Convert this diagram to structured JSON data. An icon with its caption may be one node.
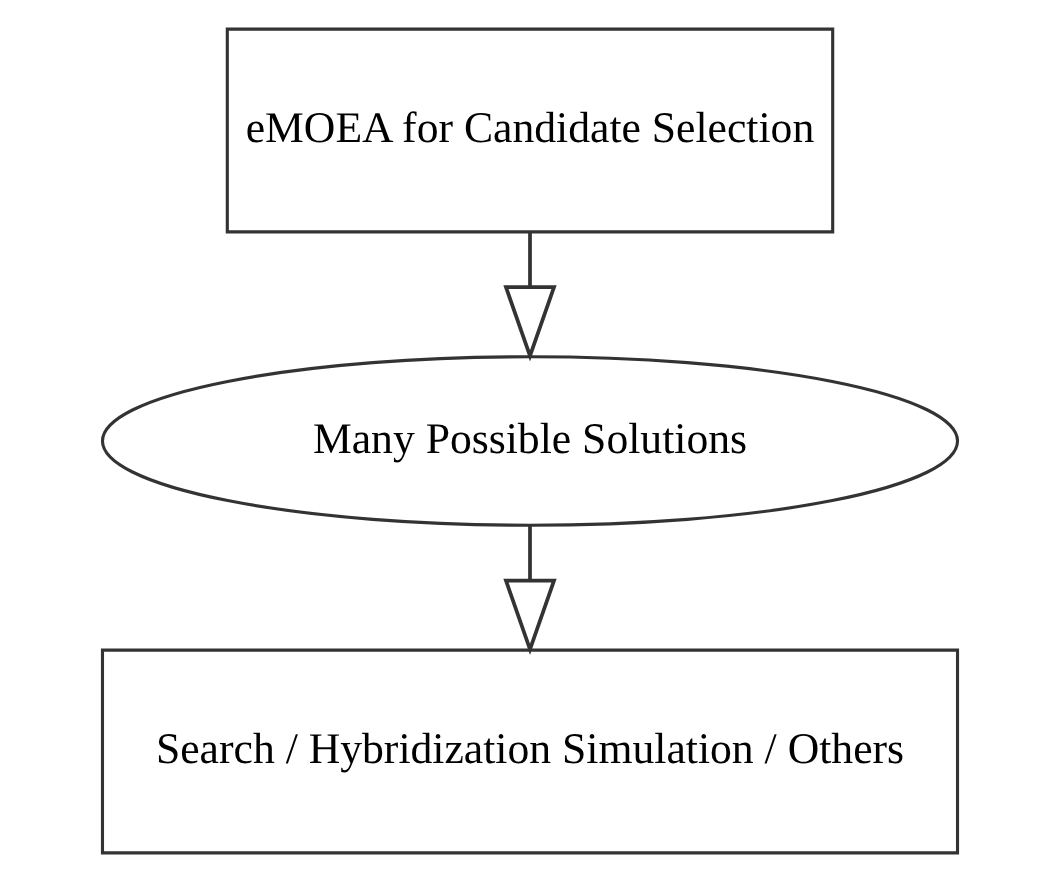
{
  "diagram": {
    "nodes": [
      {
        "text": [
          "eMOEA for Candidate Selection"
        ]
      },
      {
        "text": [
          "Many Possible Solutions"
        ]
      },
      {
        "text": [
          "Search / Hybridization Simulation / Others"
        ]
      }
    ],
    "edges": [
      {
        "from": 0,
        "to": 1,
        "arrow": "to"
      },
      {
        "from": 1,
        "to": 2,
        "arrow": "to"
      }
    ]
  }
}
